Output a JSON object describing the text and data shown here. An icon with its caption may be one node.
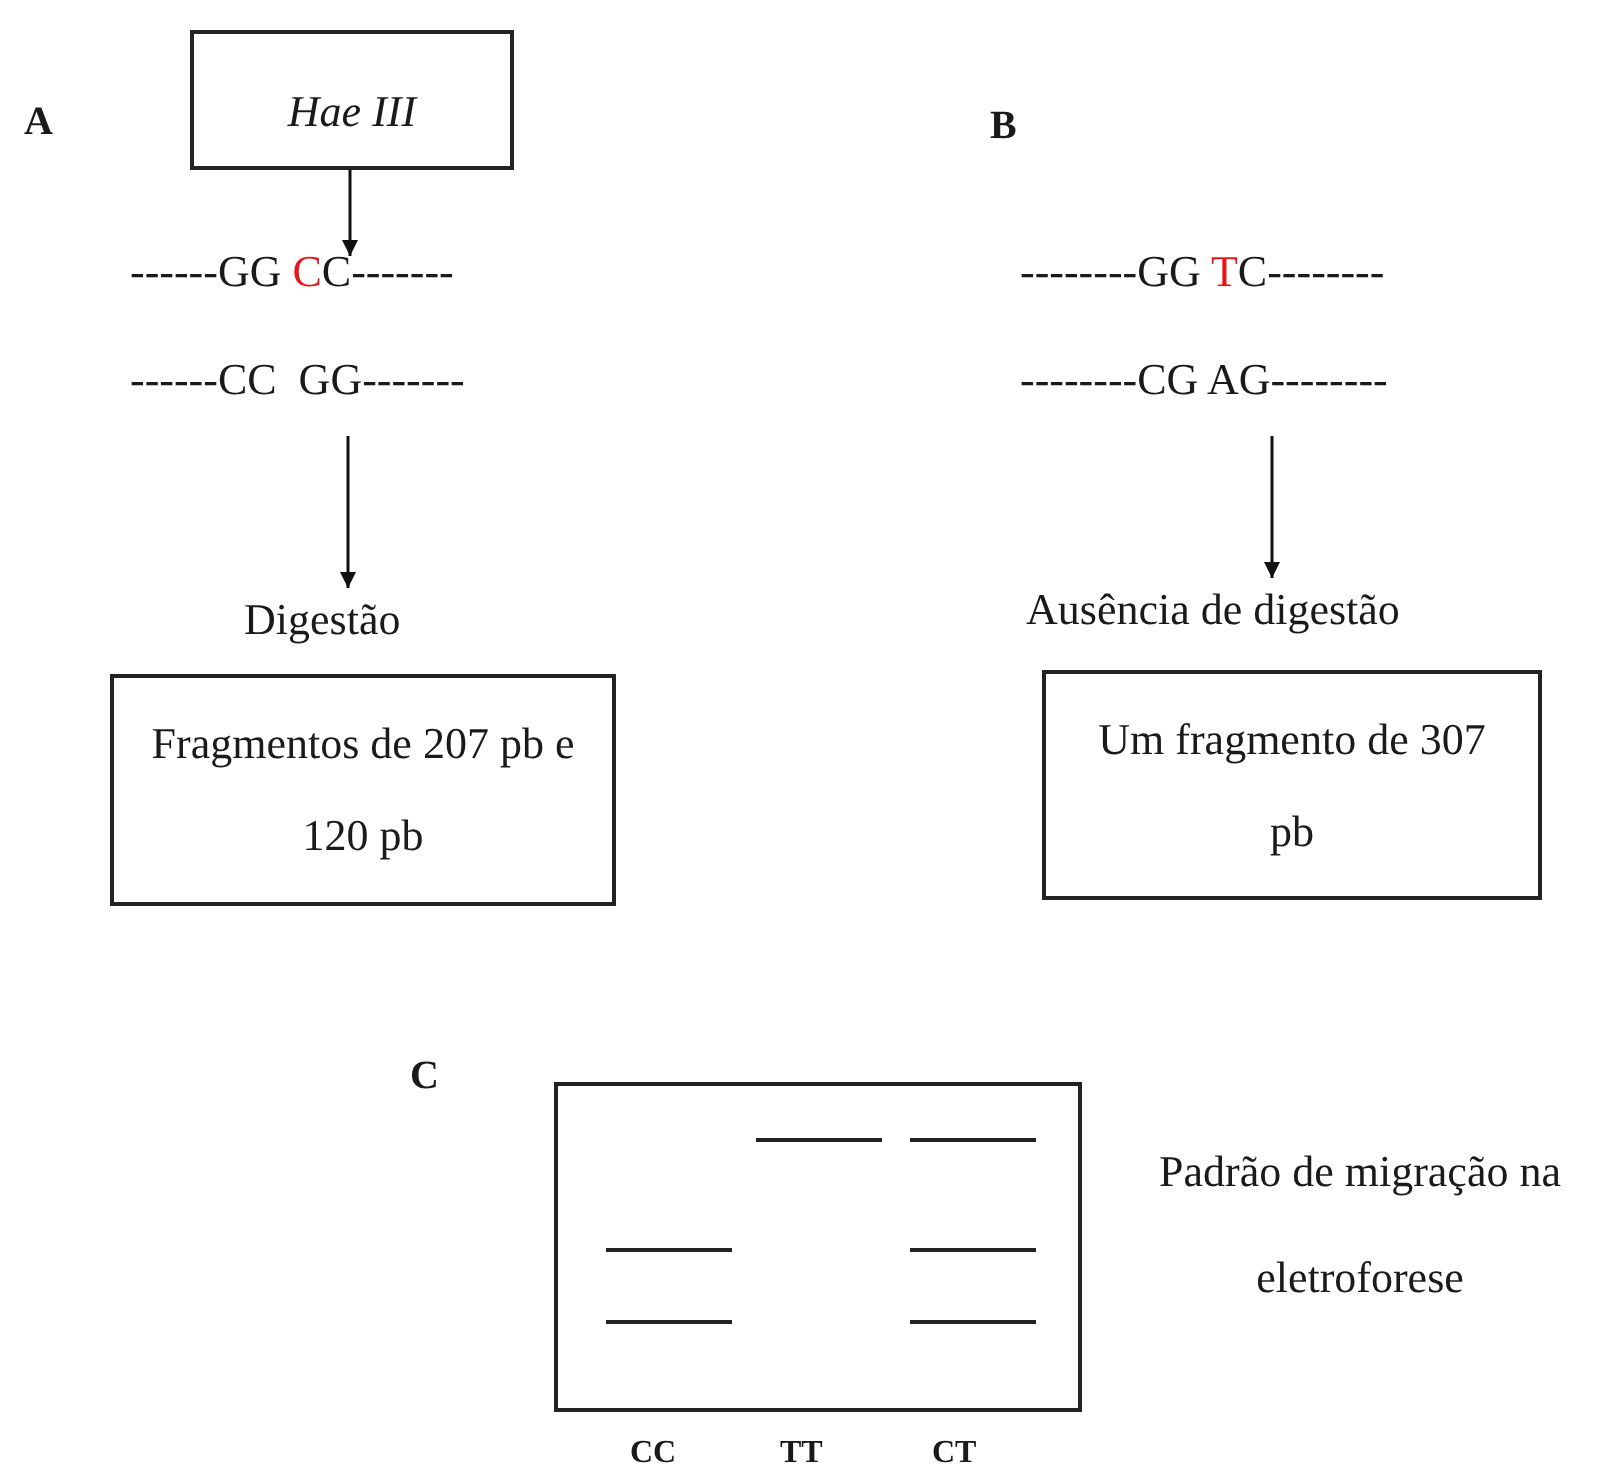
{
  "diagram": {
    "nodes": [
      {
        "text": [
          "Hae III"
        ]
      },
      {
        "text": [
          "------GG CC-------"
        ]
      },
      {
        "text": [
          "------CC  GG-------"
        ]
      },
      {
        "text": [
          "Digestão"
        ]
      },
      {
        "text": [
          "Fragmentos de 207 pb e 120 pb"
        ]
      },
      {
        "text": [
          "--------GG TC--------"
        ]
      },
      {
        "text": [
          "--------CG AG--------"
        ]
      },
      {
        "text": [
          "Ausência de digestão"
        ]
      },
      {
        "text": [
          "Um fragmento de 307 pb"
        ]
      },
      {
        "text": [],
        "shape": "box",
        "beside": [
          "Padrão de migração na eletroforese"
        ]
      }
    ],
    "edges": [
      {
        "from": 0,
        "to": 1,
        "arrow": "to"
      },
      {
        "from": 2,
        "to": 3,
        "arrow": "to"
      },
      {
        "from": 6,
        "to": 7,
        "arrow": "to"
      }
    ],
    "labels": [
      "A",
      "B",
      "C",
      "CC",
      "TT",
      "CT"
    ]
  }
}
